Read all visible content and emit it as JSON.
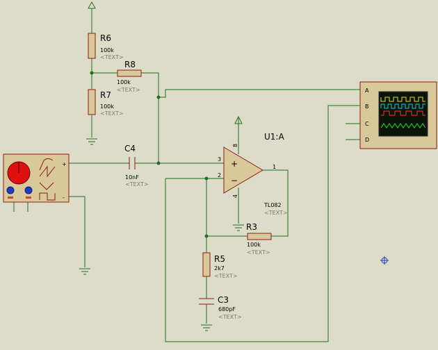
{
  "components": {
    "R6": {
      "name": "R6",
      "value": "100k",
      "text": "<TEXT>"
    },
    "R7": {
      "name": "R7",
      "value": "100k",
      "text": "<TEXT>"
    },
    "R8": {
      "name": "R8",
      "value": "100k",
      "text": "<TEXT>"
    },
    "C4": {
      "name": "C4",
      "value": "10nF",
      "text": "<TEXT>"
    },
    "U1": {
      "name": "U1:A",
      "part": "TL082",
      "text": "<TEXT>",
      "pin_plus": "+",
      "pin_minus": "−",
      "pins": {
        "p3": "3",
        "p2": "2",
        "p1": "1",
        "p8": "8",
        "p4": "4"
      }
    },
    "R3": {
      "name": "R3",
      "value": "100k",
      "text": "<TEXT>"
    },
    "R5": {
      "name": "R5",
      "value": "2k7",
      "text": "<TEXT>"
    },
    "C3": {
      "name": "C3",
      "value": "680pF",
      "text": "<TEXT>"
    }
  },
  "oscilloscope": {
    "channels": [
      "A",
      "B",
      "C",
      "D"
    ],
    "colors": [
      "#e6e600",
      "#00d8d8",
      "#ff3030",
      "#30e030"
    ]
  },
  "signal_generator": {
    "plus": "+",
    "minus": "-",
    "knob_color": "#e01010"
  },
  "colors": {
    "wire": "#1f6f1f",
    "component": "#8b1a1a",
    "background": "#dcdcc8"
  },
  "icons": [
    "power-arrow-icon",
    "ground-icon",
    "crosshair-icon"
  ]
}
